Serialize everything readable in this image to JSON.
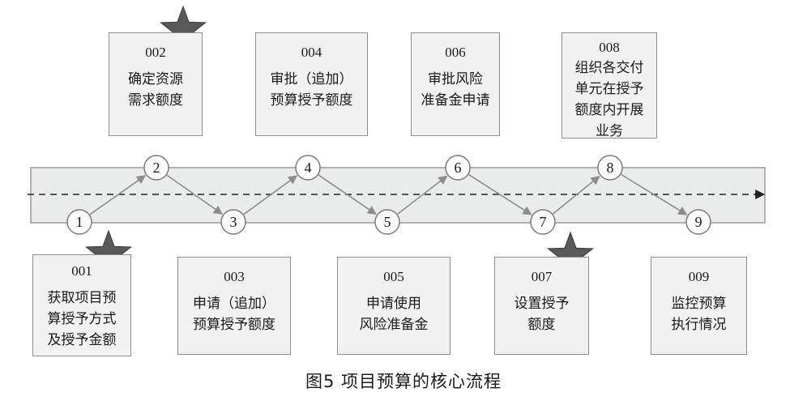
{
  "caption": "图5   项目预算的核心流程",
  "steps": [
    {
      "num": "1",
      "code": "001",
      "lines": [
        "获取项目预",
        "算授予方式",
        "及授予金额"
      ],
      "starred": true
    },
    {
      "num": "2",
      "code": "002",
      "lines": [
        "确定资源",
        "需求额度"
      ],
      "starred": true
    },
    {
      "num": "3",
      "code": "003",
      "lines": [
        "申请（追加）",
        "预算授予额度"
      ],
      "starred": false
    },
    {
      "num": "4",
      "code": "004",
      "lines": [
        "审批（追加）",
        "预算授予额度"
      ],
      "starred": false
    },
    {
      "num": "5",
      "code": "005",
      "lines": [
        "申请使用",
        "风险准备金"
      ],
      "starred": false
    },
    {
      "num": "6",
      "code": "006",
      "lines": [
        "审批风险",
        "准备金申请"
      ],
      "starred": false
    },
    {
      "num": "7",
      "code": "007",
      "lines": [
        "设置授予",
        "额度"
      ],
      "starred": true
    },
    {
      "num": "8",
      "code": "008",
      "lines": [
        "组织各交付",
        "单元在授予",
        "额度内开展",
        "业务"
      ],
      "starred": false
    },
    {
      "num": "9",
      "code": "009",
      "lines": [
        "监控预算",
        "执行情况"
      ],
      "starred": false
    }
  ],
  "colors": {
    "box_fill": "#f1f1f1",
    "box_border": "#8e8e8e",
    "band_fill": "#e9ecea",
    "star_fill": "#595959",
    "arrow": "#8c8c8c"
  }
}
